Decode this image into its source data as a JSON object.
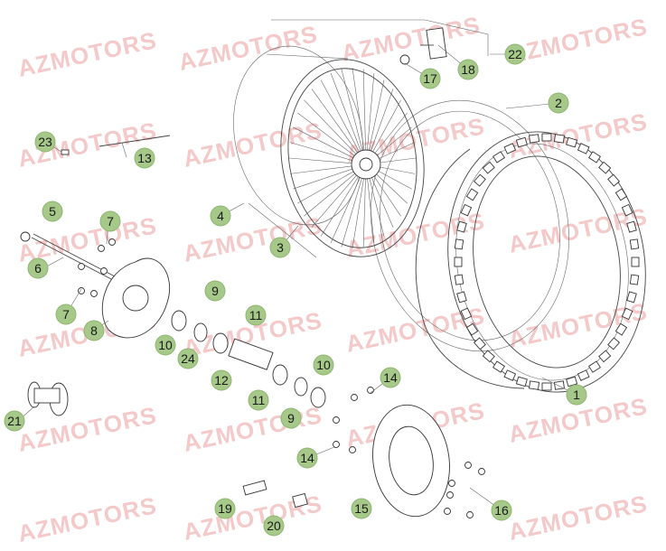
{
  "watermark": {
    "text": "AZMOTORS",
    "color": "#f3c9c9"
  },
  "callouts": {
    "badge_color": "#a6c98a",
    "labels": [
      "1",
      "2",
      "3",
      "4",
      "5",
      "6",
      "7",
      "7",
      "8",
      "9",
      "9",
      "10",
      "10",
      "11",
      "11",
      "12",
      "13",
      "14",
      "14",
      "15",
      "16",
      "17",
      "18",
      "19",
      "20",
      "21",
      "22",
      "23",
      "24"
    ]
  }
}
